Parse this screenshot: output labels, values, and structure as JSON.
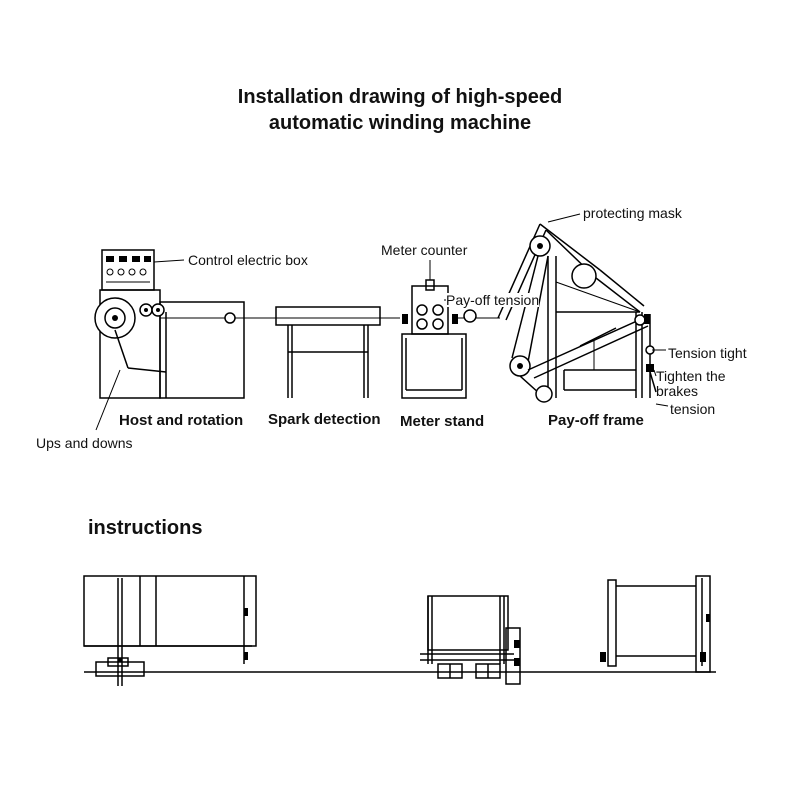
{
  "title": {
    "line1": "Installation drawing of high-speed",
    "line2": "automatic winding machine"
  },
  "labels": {
    "control_box": "Control electric box",
    "meter_counter": "Meter counter",
    "protecting_mask": "protecting mask",
    "payoff_tension": "Pay-off tension",
    "tension_tight": "Tension tight",
    "tighten_line1": "Tighten the",
    "tighten_line2": "brakes",
    "tighten_line3": "tension",
    "host_rotation": "Host and rotation",
    "spark_detection": "Spark detection",
    "meter_stand": "Meter stand",
    "payoff_frame": "Pay-off frame",
    "ups_downs": "Ups and downs"
  },
  "instructions": {
    "heading": "instructions"
  },
  "colors": {
    "line": "#000000",
    "background": "#ffffff"
  }
}
